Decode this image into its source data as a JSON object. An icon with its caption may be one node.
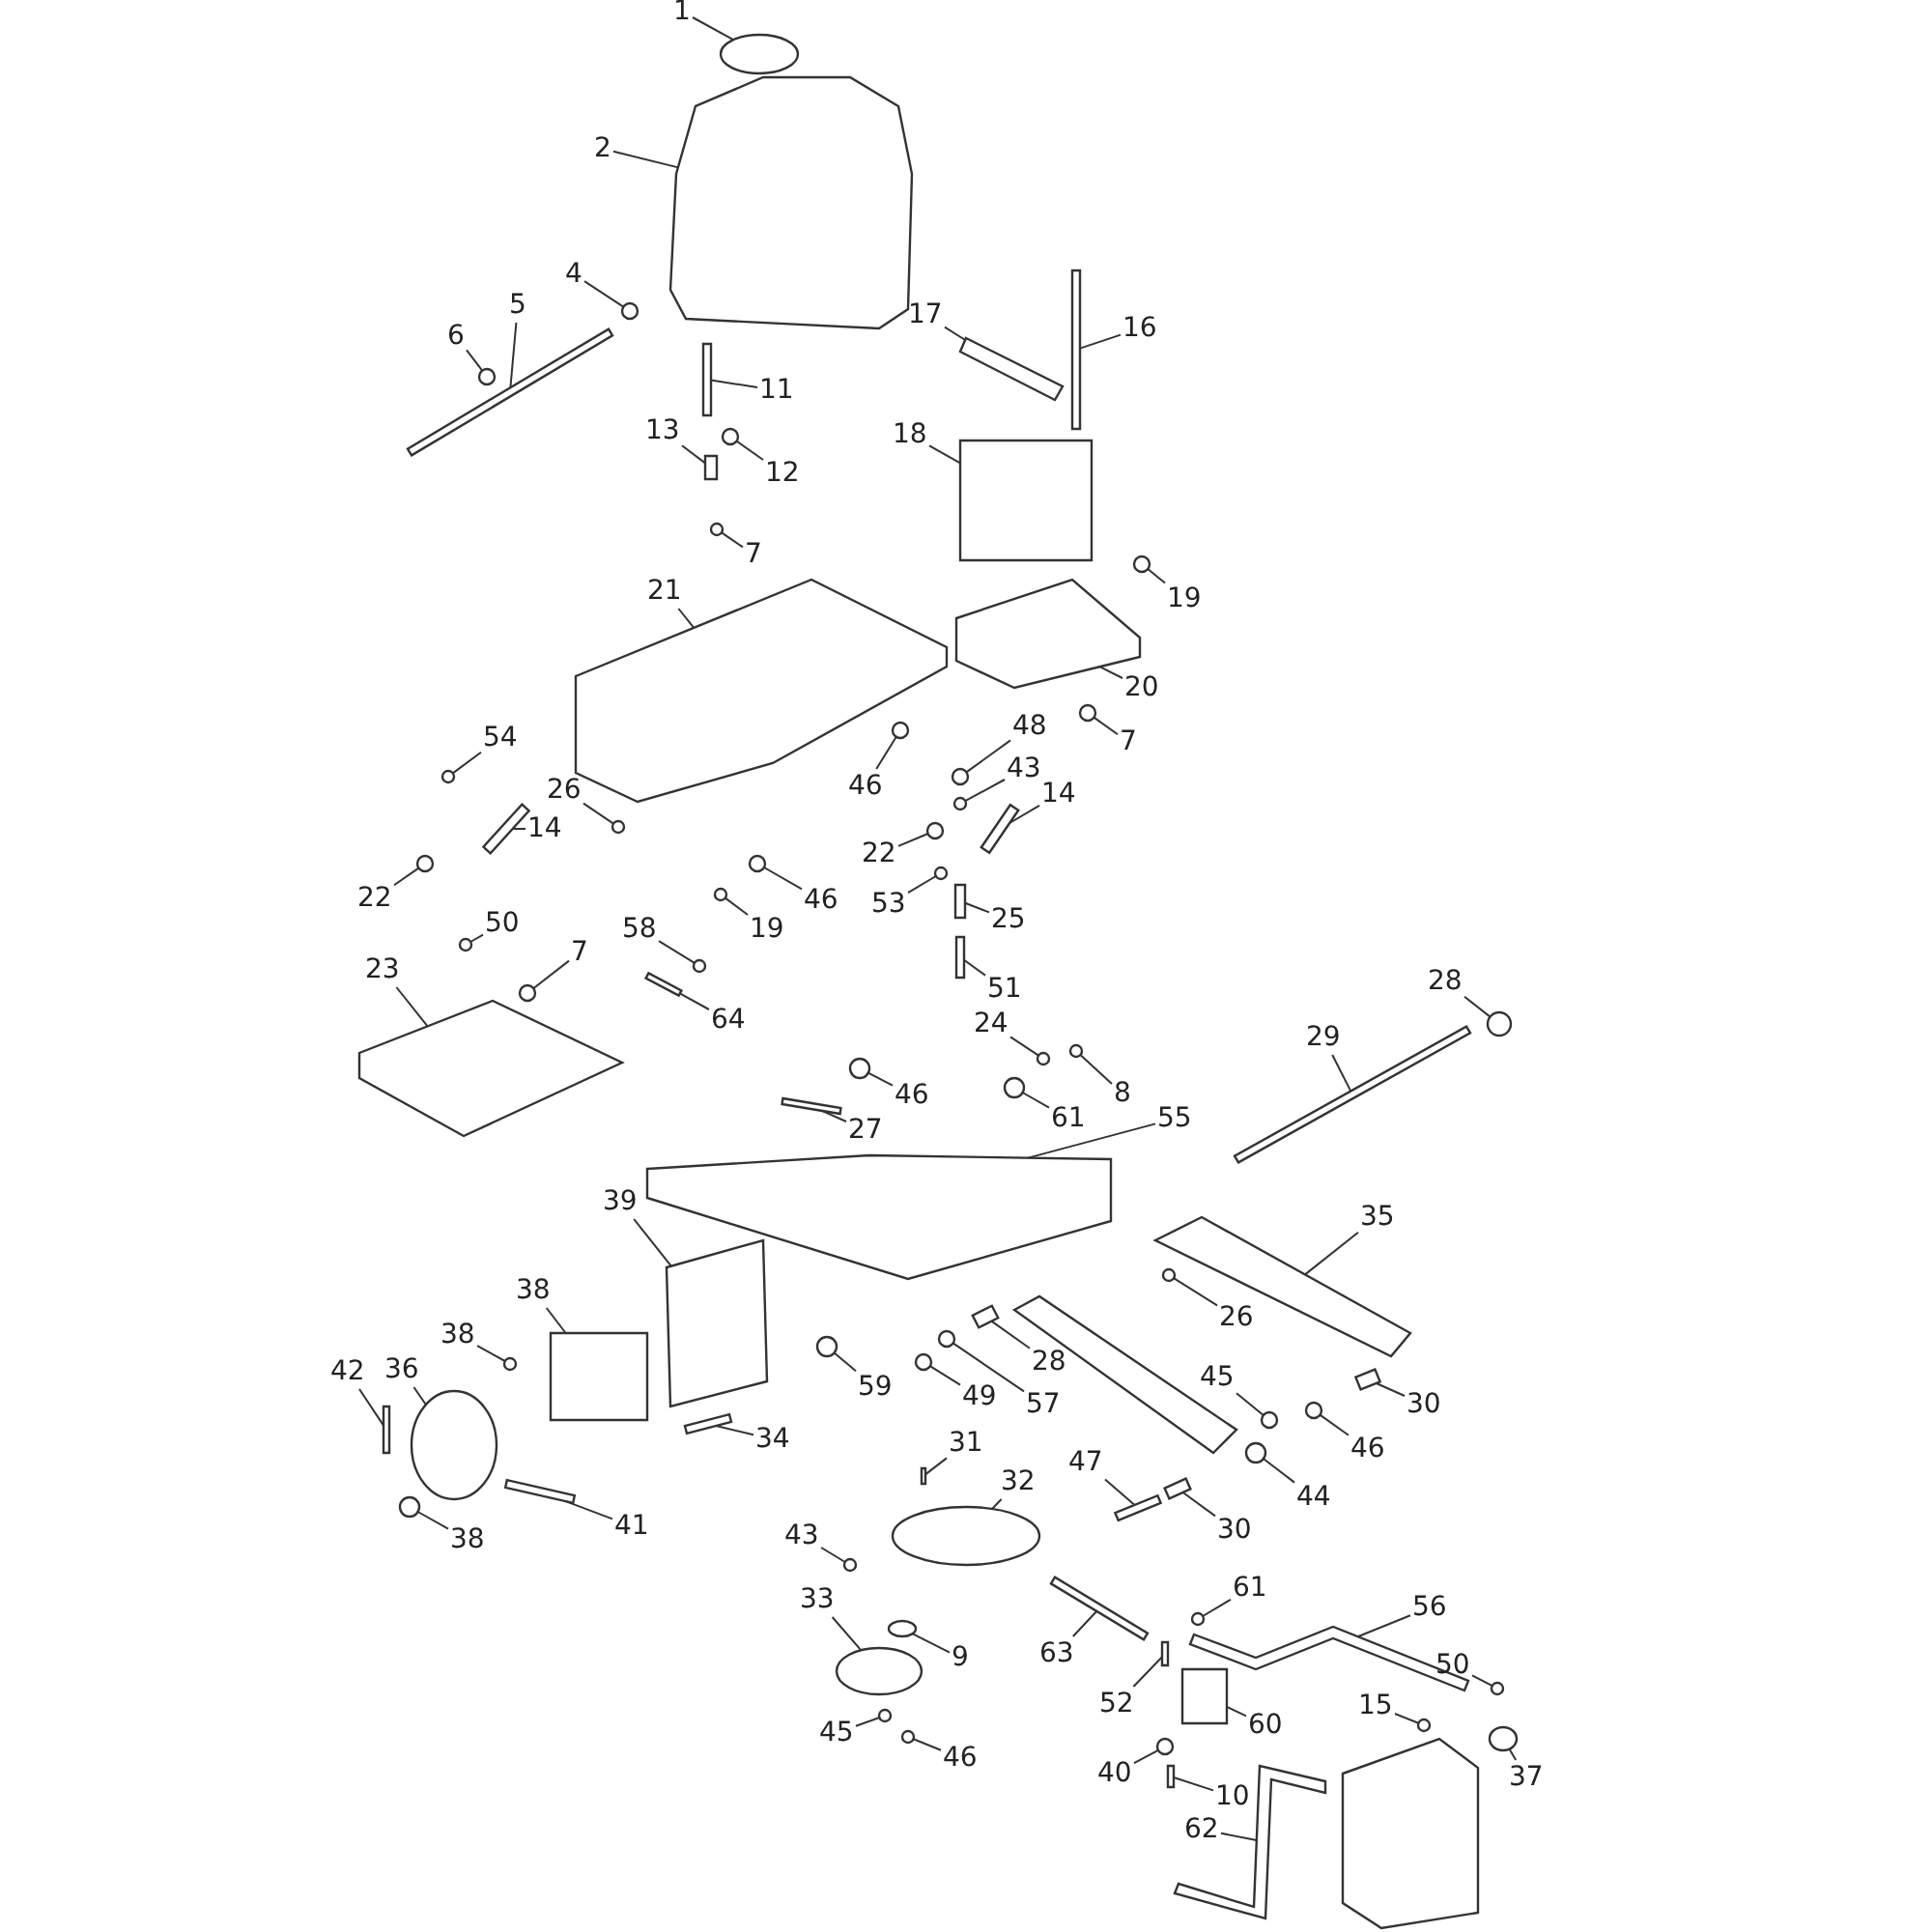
{
  "diagram": {
    "nodes": [
      {
        "text": [
          "1"
        ]
      },
      {
        "text": [
          "2"
        ]
      },
      {
        "text": [
          "4"
        ]
      },
      {
        "text": [
          "5"
        ]
      },
      {
        "text": [
          "17"
        ]
      },
      {
        "text": [
          "16"
        ]
      },
      {
        "text": [
          "6"
        ]
      },
      {
        "text": [
          "11"
        ]
      },
      {
        "text": [
          "13"
        ]
      },
      {
        "text": [
          "18"
        ]
      },
      {
        "text": [
          "12"
        ]
      },
      {
        "text": [
          "7"
        ]
      },
      {
        "text": [
          "21"
        ]
      },
      {
        "text": [
          "19"
        ]
      },
      {
        "text": [
          "20"
        ]
      },
      {
        "text": [
          "48"
        ]
      },
      {
        "text": [
          "54"
        ]
      },
      {
        "text": [
          "7"
        ]
      },
      {
        "text": [
          "43"
        ]
      },
      {
        "text": [
          "46"
        ]
      },
      {
        "text": [
          "26"
        ]
      },
      {
        "text": [
          "14"
        ]
      },
      {
        "text": [
          "14"
        ]
      },
      {
        "text": [
          "22"
        ]
      },
      {
        "text": [
          "22"
        ]
      },
      {
        "text": [
          "46"
        ]
      },
      {
        "text": [
          "53"
        ]
      },
      {
        "text": [
          "25"
        ]
      },
      {
        "text": [
          "50"
        ]
      },
      {
        "text": [
          "19"
        ]
      },
      {
        "text": [
          "58"
        ]
      },
      {
        "text": [
          "7"
        ]
      },
      {
        "text": [
          "23"
        ]
      },
      {
        "text": [
          "28"
        ]
      },
      {
        "text": [
          "51"
        ]
      },
      {
        "text": [
          "64"
        ]
      },
      {
        "text": [
          "24"
        ]
      },
      {
        "text": [
          "29"
        ]
      },
      {
        "text": [
          "8"
        ]
      },
      {
        "text": [
          "46"
        ]
      },
      {
        "text": [
          "61"
        ]
      },
      {
        "text": [
          "55"
        ]
      },
      {
        "text": [
          "27"
        ]
      },
      {
        "text": [
          "39"
        ]
      },
      {
        "text": [
          "35"
        ]
      },
      {
        "text": [
          "26"
        ]
      },
      {
        "text": [
          "38"
        ]
      },
      {
        "text": [
          "38"
        ]
      },
      {
        "text": [
          "28"
        ]
      },
      {
        "text": [
          "42"
        ]
      },
      {
        "text": [
          "36"
        ]
      },
      {
        "text": [
          "45"
        ]
      },
      {
        "text": [
          "59"
        ]
      },
      {
        "text": [
          "49"
        ]
      },
      {
        "text": [
          "30"
        ]
      },
      {
        "text": [
          "57"
        ]
      },
      {
        "text": [
          "34"
        ]
      },
      {
        "text": [
          "31"
        ]
      },
      {
        "text": [
          "46"
        ]
      },
      {
        "text": [
          "47"
        ]
      },
      {
        "text": [
          "32"
        ]
      },
      {
        "text": [
          "44"
        ]
      },
      {
        "text": [
          "41"
        ]
      },
      {
        "text": [
          "30"
        ]
      },
      {
        "text": [
          "43"
        ]
      },
      {
        "text": [
          "38"
        ]
      },
      {
        "text": [
          "61"
        ]
      },
      {
        "text": [
          "33"
        ]
      },
      {
        "text": [
          "56"
        ]
      },
      {
        "text": [
          "63"
        ]
      },
      {
        "text": [
          "9"
        ]
      },
      {
        "text": [
          "50"
        ]
      },
      {
        "text": [
          "52"
        ]
      },
      {
        "text": [
          "15"
        ]
      },
      {
        "text": [
          "60"
        ]
      },
      {
        "text": [
          "45"
        ]
      },
      {
        "text": [
          "46"
        ]
      },
      {
        "text": [
          "40"
        ]
      },
      {
        "text": [
          "37"
        ]
      },
      {
        "text": [
          "10"
        ]
      },
      {
        "text": [
          "62"
        ]
      },
      {
        "text": [],
        "shape": "circle"
      },
      {
        "text": [],
        "shape": "box"
      },
      {
        "text": [],
        "shape": "circle"
      },
      {
        "text": [],
        "shape": "bar"
      },
      {
        "text": [],
        "shape": "box"
      },
      {
        "text": [],
        "shape": "bar"
      },
      {
        "text": [],
        "shape": "circle"
      },
      {
        "text": [],
        "shape": "bar"
      },
      {
        "text": [],
        "shape": "bar"
      },
      {
        "text": [],
        "shape": "box"
      },
      {
        "text": [],
        "shape": "circle"
      },
      {
        "text": [],
        "shape": "circle"
      },
      {
        "text": [],
        "shape": "box"
      },
      {
        "text": [],
        "shape": "circle"
      },
      {
        "text": [],
        "shape": "box"
      },
      {
        "text": [],
        "shape": "circle"
      },
      {
        "text": [],
        "shape": "circle"
      },
      {
        "text": [],
        "shape": "circle"
      },
      {
        "text": [],
        "shape": "circle"
      },
      {
        "text": [],
        "shape": "circle"
      },
      {
        "text": [],
        "shape": "circle"
      },
      {
        "text": [],
        "shape": "bar"
      },
      {
        "text": [],
        "shape": "bar"
      },
      {
        "text": [],
        "shape": "circle"
      },
      {
        "text": [],
        "shape": "circle"
      },
      {
        "text": [],
        "shape": "circle"
      },
      {
        "text": [],
        "shape": "circle"
      },
      {
        "text": [],
        "shape": "bar"
      },
      {
        "text": [],
        "shape": "circle"
      },
      {
        "text": [],
        "shape": "circle"
      },
      {
        "text": [],
        "shape": "circle"
      },
      {
        "text": [],
        "shape": "circle"
      },
      {
        "text": [],
        "shape": "box"
      },
      {
        "text": [],
        "shape": "circle"
      },
      {
        "text": [],
        "shape": "bar"
      },
      {
        "text": [],
        "shape": "bar"
      },
      {
        "text": [],
        "shape": "circle"
      },
      {
        "text": [],
        "shape": "bar"
      },
      {
        "text": [],
        "shape": "circle"
      },
      {
        "text": [],
        "shape": "circle"
      },
      {
        "text": [],
        "shape": "circle"
      },
      {
        "text": [],
        "shape": "box"
      },
      {
        "text": [],
        "shape": "bar"
      },
      {
        "text": [],
        "shape": "box"
      },
      {
        "text": [],
        "shape": "box"
      },
      {
        "text": [],
        "shape": "circle"
      },
      {
        "text": [],
        "shape": "box"
      },
      {
        "text": [],
        "shape": "circle"
      },
      {
        "text": [],
        "shape": "bar"
      },
      {
        "text": [],
        "shape": "bar"
      },
      {
        "text": [],
        "shape": "circle"
      },
      {
        "text": [],
        "shape": "circle"
      },
      {
        "text": [],
        "shape": "circle"
      },
      {
        "text": [],
        "shape": "circle"
      },
      {
        "text": [],
        "shape": "bar"
      },
      {
        "text": [],
        "shape": "circle"
      },
      {
        "text": [],
        "shape": "bar"
      },
      {
        "text": [],
        "shape": "bar"
      },
      {
        "text": [],
        "shape": "circle"
      },
      {
        "text": [],
        "shape": "bar"
      },
      {
        "text": [],
        "shape": "circle"
      },
      {
        "text": [],
        "shape": "circle"
      },
      {
        "text": [],
        "shape": "bar"
      },
      {
        "text": [],
        "shape": "bar"
      },
      {
        "text": [],
        "shape": "circle"
      },
      {
        "text": [],
        "shape": "circle"
      },
      {
        "text": [],
        "shape": "circle"
      },
      {
        "text": [],
        "shape": "circle"
      },
      {
        "text": [],
        "shape": "box"
      },
      {
        "text": [],
        "shape": "bar"
      },
      {
        "text": [],
        "shape": "circle"
      },
      {
        "text": [],
        "shape": "circle"
      },
      {
        "text": [],
        "shape": "bar"
      },
      {
        "text": [],
        "shape": "circle"
      },
      {
        "text": [],
        "shape": "box"
      },
      {
        "text": [],
        "shape": "circle"
      },
      {
        "text": [],
        "shape": "circle"
      },
      {
        "text": [],
        "shape": "circle"
      },
      {
        "text": [],
        "shape": "circle"
      },
      {
        "text": [],
        "shape": "bar"
      },
      {
        "text": [],
        "shape": "box"
      }
    ],
    "edges": [
      {
        "from": 0,
        "to": 81,
        "arrow": "none"
      },
      {
        "from": 1,
        "to": 82,
        "arrow": "none"
      },
      {
        "from": 2,
        "to": 83,
        "arrow": "none"
      },
      {
        "from": 3,
        "to": 84,
        "arrow": "none"
      },
      {
        "from": 4,
        "to": 85,
        "arrow": "none"
      },
      {
        "from": 5,
        "to": 86,
        "arrow": "none"
      },
      {
        "from": 6,
        "to": 87,
        "arrow": "none"
      },
      {
        "from": 7,
        "to": 88,
        "arrow": "none"
      },
      {
        "from": 8,
        "to": 89,
        "arrow": "none"
      },
      {
        "from": 9,
        "to": 90,
        "arrow": "none"
      },
      {
        "from": 10,
        "to": 91,
        "arrow": "none"
      },
      {
        "from": 11,
        "to": 92,
        "arrow": "none"
      },
      {
        "from": 12,
        "to": 93,
        "arrow": "none"
      },
      {
        "from": 13,
        "to": 94,
        "arrow": "none"
      },
      {
        "from": 14,
        "to": 95,
        "arrow": "none"
      },
      {
        "from": 15,
        "to": 96,
        "arrow": "none"
      },
      {
        "from": 16,
        "to": 97,
        "arrow": "none"
      },
      {
        "from": 17,
        "to": 98,
        "arrow": "none"
      },
      {
        "from": 18,
        "to": 99,
        "arrow": "none"
      },
      {
        "from": 19,
        "to": 100,
        "arrow": "none"
      },
      {
        "from": 20,
        "to": 101,
        "arrow": "none"
      },
      {
        "from": 21,
        "to": 102,
        "arrow": "none"
      },
      {
        "from": 22,
        "to": 103,
        "arrow": "none"
      },
      {
        "from": 23,
        "to": 104,
        "arrow": "none"
      },
      {
        "from": 24,
        "to": 105,
        "arrow": "none"
      },
      {
        "from": 25,
        "to": 106,
        "arrow": "none"
      },
      {
        "from": 26,
        "to": 107,
        "arrow": "none"
      },
      {
        "from": 27,
        "to": 108,
        "arrow": "none"
      },
      {
        "from": 28,
        "to": 109,
        "arrow": "none"
      },
      {
        "from": 29,
        "to": 110,
        "arrow": "none"
      },
      {
        "from": 30,
        "to": 111,
        "arrow": "none"
      },
      {
        "from": 31,
        "to": 112,
        "arrow": "none"
      },
      {
        "from": 32,
        "to": 113,
        "arrow": "none"
      },
      {
        "from": 33,
        "to": 114,
        "arrow": "none"
      },
      {
        "from": 34,
        "to": 115,
        "arrow": "none"
      },
      {
        "from": 35,
        "to": 116,
        "arrow": "none"
      },
      {
        "from": 36,
        "to": 117,
        "arrow": "none"
      },
      {
        "from": 37,
        "to": 118,
        "arrow": "none"
      },
      {
        "from": 38,
        "to": 119,
        "arrow": "none"
      },
      {
        "from": 39,
        "to": 120,
        "arrow": "none"
      },
      {
        "from": 40,
        "to": 121,
        "arrow": "none"
      },
      {
        "from": 41,
        "to": 122,
        "arrow": "none"
      },
      {
        "from": 42,
        "to": 123,
        "arrow": "none"
      },
      {
        "from": 43,
        "to": 124,
        "arrow": "none"
      },
      {
        "from": 44,
        "to": 125,
        "arrow": "none"
      },
      {
        "from": 45,
        "to": 126,
        "arrow": "none"
      },
      {
        "from": 46,
        "to": 127,
        "arrow": "none"
      },
      {
        "from": 47,
        "to": 128,
        "arrow": "none"
      },
      {
        "from": 48,
        "to": 129,
        "arrow": "none"
      },
      {
        "from": 49,
        "to": 130,
        "arrow": "none"
      },
      {
        "from": 50,
        "to": 131,
        "arrow": "none"
      },
      {
        "from": 51,
        "to": 132,
        "arrow": "none"
      },
      {
        "from": 52,
        "to": 133,
        "arrow": "none"
      },
      {
        "from": 53,
        "to": 134,
        "arrow": "none"
      },
      {
        "from": 54,
        "to": 135,
        "arrow": "none"
      },
      {
        "from": 55,
        "to": 136,
        "arrow": "none"
      },
      {
        "from": 56,
        "to": 137,
        "arrow": "none"
      },
      {
        "from": 57,
        "to": 138,
        "arrow": "none"
      },
      {
        "from": 58,
        "to": 139,
        "arrow": "none"
      },
      {
        "from": 59,
        "to": 140,
        "arrow": "none"
      },
      {
        "from": 60,
        "to": 141,
        "arrow": "none"
      },
      {
        "from": 61,
        "to": 142,
        "arrow": "none"
      },
      {
        "from": 62,
        "to": 143,
        "arrow": "none"
      },
      {
        "from": 63,
        "to": 144,
        "arrow": "none"
      },
      {
        "from": 64,
        "to": 145,
        "arrow": "none"
      },
      {
        "from": 65,
        "to": 146,
        "arrow": "none"
      },
      {
        "from": 66,
        "to": 147,
        "arrow": "none"
      },
      {
        "from": 67,
        "to": 148,
        "arrow": "none"
      },
      {
        "from": 68,
        "to": 149,
        "arrow": "none"
      },
      {
        "from": 69,
        "to": 150,
        "arrow": "none"
      },
      {
        "from": 70,
        "to": 151,
        "arrow": "none"
      },
      {
        "from": 71,
        "to": 152,
        "arrow": "none"
      },
      {
        "from": 72,
        "to": 153,
        "arrow": "none"
      },
      {
        "from": 73,
        "to": 154,
        "arrow": "none"
      },
      {
        "from": 74,
        "to": 155,
        "arrow": "none"
      },
      {
        "from": 75,
        "to": 156,
        "arrow": "none"
      },
      {
        "from": 76,
        "to": 157,
        "arrow": "none"
      },
      {
        "from": 77,
        "to": 158,
        "arrow": "none"
      },
      {
        "from": 78,
        "to": 159,
        "arrow": "none"
      },
      {
        "from": 79,
        "to": 160,
        "arrow": "none"
      },
      {
        "from": 80,
        "to": 161,
        "arrow": "none"
      }
    ]
  }
}
